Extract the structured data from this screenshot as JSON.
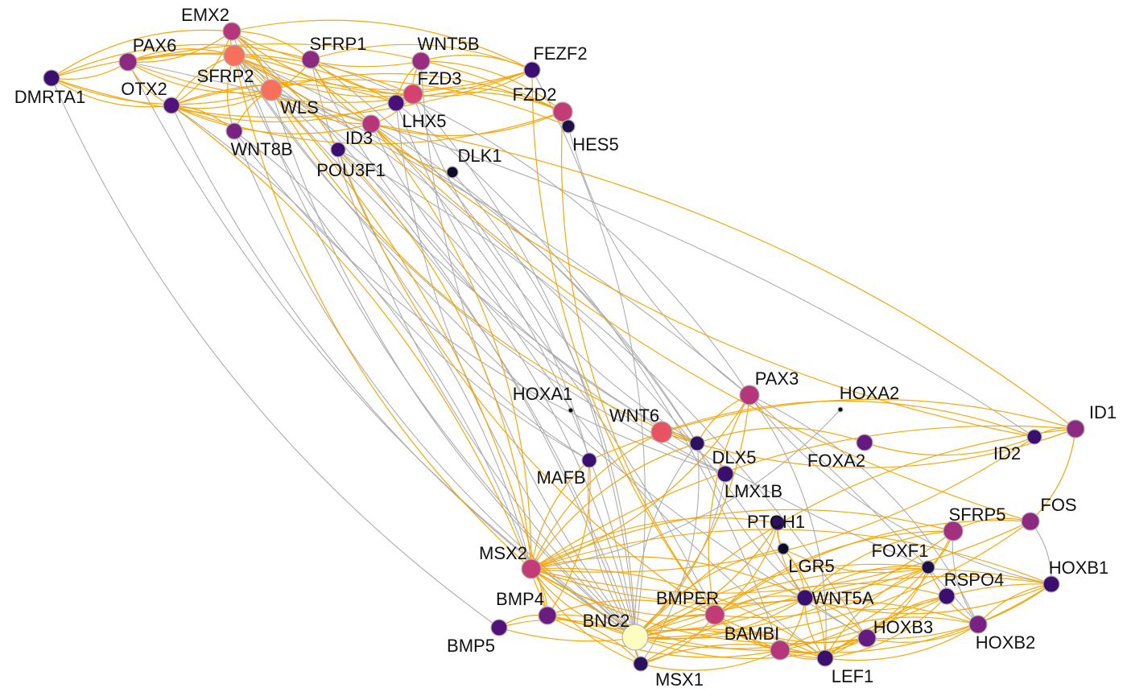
{
  "graph": {
    "type": "gene-network",
    "colors": {
      "edge_gray": "#a9a9a9",
      "edge_orange": "#f5a300",
      "node_stroke": "#b0b0b0"
    },
    "nodes": [
      {
        "id": "EMX2",
        "label": "EMX2",
        "color": "#b5367a"
      },
      {
        "id": "SFRP2",
        "label": "SFRP2",
        "color": "#f7705c"
      },
      {
        "id": "PAX6",
        "label": "PAX6",
        "color": "#8c2981"
      },
      {
        "id": "DMRTA1",
        "label": "DMRTA1",
        "color": "#3b0f70"
      },
      {
        "id": "OTX2",
        "label": "OTX2",
        "color": "#51127c"
      },
      {
        "id": "SFRP1",
        "label": "SFRP1",
        "color": "#8c2981"
      },
      {
        "id": "WLS",
        "label": "WLS",
        "color": "#f7705c"
      },
      {
        "id": "WNT5B",
        "label": "WNT5B",
        "color": "#982d80"
      },
      {
        "id": "FEZF2",
        "label": "FEZF2",
        "color": "#3b0f70"
      },
      {
        "id": "FZD3",
        "label": "FZD3",
        "color": "#d3436e"
      },
      {
        "id": "LHX5",
        "label": "LHX5",
        "color": "#4a1079"
      },
      {
        "id": "ID3",
        "label": "ID3",
        "color": "#b5367a"
      },
      {
        "id": "FZD2",
        "label": "FZD2",
        "color": "#c43c75"
      },
      {
        "id": "HES5",
        "label": "HES5",
        "color": "#1d1147"
      },
      {
        "id": "WNT8B",
        "label": "WNT8B",
        "color": "#7a2282"
      },
      {
        "id": "POU3F1",
        "label": "POU3F1",
        "color": "#3b0f70"
      },
      {
        "id": "DLK1",
        "label": "DLK1",
        "color": "#0f0b2c"
      },
      {
        "id": "HOXA1",
        "label": "HOXA1",
        "color": "#000004"
      },
      {
        "id": "HOXA2",
        "label": "HOXA2",
        "color": "#000004"
      },
      {
        "id": "PAX3",
        "label": "PAX3",
        "color": "#b5367a"
      },
      {
        "id": "WNT6",
        "label": "WNT6",
        "color": "#e85362"
      },
      {
        "id": "DLX5",
        "label": "DLX5",
        "color": "#2c115f"
      },
      {
        "id": "FOXA2",
        "label": "FOXA2",
        "color": "#641a80"
      },
      {
        "id": "ID2",
        "label": "ID2",
        "color": "#3b0f70"
      },
      {
        "id": "ID1",
        "label": "ID1",
        "color": "#8c2981"
      },
      {
        "id": "MAFB",
        "label": "MAFB",
        "color": "#3b0f70"
      },
      {
        "id": "LMX1B",
        "label": "LMX1B",
        "color": "#3b0f70"
      },
      {
        "id": "PTCH1",
        "label": "PTCH1",
        "color": "#2c115f"
      },
      {
        "id": "LGR5",
        "label": "LGR5",
        "color": "#0f0b2c"
      },
      {
        "id": "SFRP5",
        "label": "SFRP5",
        "color": "#a3307e"
      },
      {
        "id": "FOS",
        "label": "FOS",
        "color": "#8c2981"
      },
      {
        "id": "FOXF1",
        "label": "FOXF1",
        "color": "#1d1147"
      },
      {
        "id": "HOXB1",
        "label": "HOXB1",
        "color": "#3b0f70"
      },
      {
        "id": "RSPO4",
        "label": "RSPO4",
        "color": "#3b0f70"
      },
      {
        "id": "MSX2",
        "label": "MSX2",
        "color": "#c43c75"
      },
      {
        "id": "BMP4",
        "label": "BMP4",
        "color": "#6a1c81"
      },
      {
        "id": "BMP5",
        "label": "BMP5",
        "color": "#51127c"
      },
      {
        "id": "BNC2",
        "label": "BNC2",
        "color": "#fcfdbf"
      },
      {
        "id": "MSX1",
        "label": "MSX1",
        "color": "#2c115f"
      },
      {
        "id": "BMPER",
        "label": "BMPER",
        "color": "#c43c75"
      },
      {
        "id": "WNT5A",
        "label": "WNT5A",
        "color": "#3b0f70"
      },
      {
        "id": "BAMBI",
        "label": "BAMBI",
        "color": "#b5367a"
      },
      {
        "id": "HOXB3",
        "label": "HOXB3",
        "color": "#641a80"
      },
      {
        "id": "HOXB2",
        "label": "HOXB2",
        "color": "#7a2282"
      },
      {
        "id": "LEF1",
        "label": "LEF1",
        "color": "#3b0f70"
      }
    ],
    "edges_gray": [
      [
        "DMRTA1",
        "BMP5"
      ],
      [
        "OTX2",
        "MSX2"
      ],
      [
        "OTX2",
        "BNC2"
      ],
      [
        "SFRP2",
        "BNC2"
      ],
      [
        "SFRP2",
        "MAFB"
      ],
      [
        "SFRP2",
        "DLX5"
      ],
      [
        "SFRP2",
        "LMX1B"
      ],
      [
        "SFRP2",
        "BMPER"
      ],
      [
        "SFRP2",
        "HOXB3"
      ],
      [
        "SFRP2",
        "WNT5A"
      ],
      [
        "WLS",
        "BNC2"
      ],
      [
        "WLS",
        "DLX5"
      ],
      [
        "WLS",
        "FOXF1"
      ],
      [
        "WLS",
        "HOXB2"
      ],
      [
        "SFRP1",
        "BNC2"
      ],
      [
        "SFRP1",
        "MAFB"
      ],
      [
        "SFRP1",
        "LMX1B"
      ],
      [
        "SFRP1",
        "PAX3"
      ],
      [
        "WNT8B",
        "BNC2"
      ],
      [
        "WNT8B",
        "MSX2"
      ],
      [
        "WNT8B",
        "LMX1B"
      ],
      [
        "ID3",
        "BNC2"
      ],
      [
        "ID3",
        "DLX5"
      ],
      [
        "POU3F1",
        "BNC2"
      ],
      [
        "POU3F1",
        "MAFB"
      ],
      [
        "POU3F1",
        "HOXB3"
      ],
      [
        "LHX5",
        "BNC2"
      ],
      [
        "LHX5",
        "BAMBI"
      ],
      [
        "LHX5",
        "LEF1"
      ],
      [
        "FZD3",
        "BNC2"
      ],
      [
        "FZD3",
        "DLX5"
      ],
      [
        "FEZF2",
        "BNC2"
      ],
      [
        "HES5",
        "PAX3"
      ],
      [
        "DLK1",
        "BNC2"
      ],
      [
        "PAX6",
        "BNC2"
      ],
      [
        "PAX6",
        "ID2"
      ],
      [
        "EMX2",
        "BNC2"
      ],
      [
        "EMX2",
        "MSX1"
      ],
      [
        "WNT5B",
        "BNC2"
      ],
      [
        "PAX3",
        "HOXB2"
      ],
      [
        "PAX3",
        "HOXB1"
      ],
      [
        "PAX3",
        "LEF1"
      ],
      [
        "DLX5",
        "BNC2"
      ],
      [
        "DLX5",
        "MSX1"
      ],
      [
        "DLX5",
        "HOXB3"
      ],
      [
        "HOXA2",
        "MSX2"
      ],
      [
        "MAFB",
        "BNC2"
      ],
      [
        "FOS",
        "HOXB1"
      ],
      [
        "SFRP5",
        "HOXB2"
      ],
      [
        "LMX1B",
        "BNC2"
      ]
    ],
    "edges_orange": [
      [
        "EMX2",
        "PAX6"
      ],
      [
        "EMX2",
        "SFRP2"
      ],
      [
        "EMX2",
        "SFRP1"
      ],
      [
        "EMX2",
        "WNT5B"
      ],
      [
        "EMX2",
        "FEZF2"
      ],
      [
        "EMX2",
        "FZD3"
      ],
      [
        "EMX2",
        "OTX2"
      ],
      [
        "EMX2",
        "DMRTA1"
      ],
      [
        "EMX2",
        "WLS"
      ],
      [
        "EMX2",
        "ID3"
      ],
      [
        "PAX6",
        "DMRTA1"
      ],
      [
        "PAX6",
        "OTX2"
      ],
      [
        "PAX6",
        "SFRP2"
      ],
      [
        "PAX6",
        "FEZF2"
      ],
      [
        "PAX6",
        "FZD2"
      ],
      [
        "PAX6",
        "WLS"
      ],
      [
        "PAX6",
        "LHX5"
      ],
      [
        "DMRTA1",
        "OTX2"
      ],
      [
        "DMRTA1",
        "FZD3"
      ],
      [
        "DMRTA1",
        "FEZF2"
      ],
      [
        "DMRTA1",
        "SFRP1"
      ],
      [
        "DMRTA1",
        "WLS"
      ],
      [
        "OTX2",
        "SFRP2"
      ],
      [
        "OTX2",
        "WLS"
      ],
      [
        "OTX2",
        "LHX5"
      ],
      [
        "OTX2",
        "FZD2"
      ],
      [
        "OTX2",
        "HES5"
      ],
      [
        "OTX2",
        "ID3"
      ],
      [
        "OTX2",
        "WNT8B"
      ],
      [
        "OTX2",
        "FZD3"
      ],
      [
        "SFRP2",
        "WLS"
      ],
      [
        "SFRP2",
        "FZD3"
      ],
      [
        "SFRP2",
        "ID3"
      ],
      [
        "SFRP2",
        "WNT8B"
      ],
      [
        "SFRP2",
        "POU3F1"
      ],
      [
        "SFRP2",
        "FEZF2"
      ],
      [
        "SFRP1",
        "WLS"
      ],
      [
        "SFRP1",
        "FZD3"
      ],
      [
        "SFRP1",
        "FEZF2"
      ],
      [
        "SFRP1",
        "ID3"
      ],
      [
        "WNT5B",
        "FEZF2"
      ],
      [
        "WNT5B",
        "FZD3"
      ],
      [
        "WNT5B",
        "FZD2"
      ],
      [
        "WNT5B",
        "LHX5"
      ],
      [
        "FZD3",
        "FZD2"
      ],
      [
        "FZD3",
        "LHX5"
      ],
      [
        "FZD3",
        "ID3"
      ],
      [
        "FZD3",
        "FEZF2"
      ],
      [
        "LHX5",
        "FZD2"
      ],
      [
        "ID3",
        "FZD2"
      ],
      [
        "ID3",
        "WLS"
      ],
      [
        "ID3",
        "DLK1"
      ],
      [
        "ID3",
        "ID1"
      ],
      [
        "ID3",
        "ID2"
      ],
      [
        "ID3",
        "MSX2"
      ],
      [
        "ID3",
        "FOS"
      ],
      [
        "WLS",
        "FZD2"
      ],
      [
        "WLS",
        "WNT8B"
      ],
      [
        "FZD2",
        "HES5"
      ],
      [
        "FEZF2",
        "BMPER"
      ],
      [
        "OTX2",
        "BMP4"
      ],
      [
        "SFRP2",
        "MSX2"
      ],
      [
        "SFRP2",
        "BMP4"
      ],
      [
        "WLS",
        "DLX5"
      ],
      [
        "POU3F1",
        "MSX2"
      ],
      [
        "POU3F1",
        "BMPER"
      ],
      [
        "WNT6",
        "DLX5"
      ],
      [
        "WNT6",
        "MSX2"
      ],
      [
        "WNT6",
        "ID2"
      ],
      [
        "WNT6",
        "ID1"
      ],
      [
        "PAX3",
        "MSX2"
      ],
      [
        "PAX3",
        "DLX5"
      ],
      [
        "PAX3",
        "BNC2"
      ],
      [
        "PAX3",
        "BMPER"
      ],
      [
        "MAFB",
        "ID1"
      ],
      [
        "MAFB",
        "MSX2"
      ],
      [
        "MAFB",
        "BMP4"
      ],
      [
        "DLX5",
        "MSX2"
      ],
      [
        "DLX5",
        "FOXA2"
      ],
      [
        "FOXA2",
        "ID2"
      ],
      [
        "ID2",
        "ID1"
      ],
      [
        "ID1",
        "MSX2"
      ],
      [
        "ID1",
        "FOS"
      ],
      [
        "ID1",
        "BNC2"
      ],
      [
        "ID2",
        "MSX2"
      ],
      [
        "FOS",
        "SFRP5"
      ],
      [
        "FOS",
        "MSX2"
      ],
      [
        "FOS",
        "BMPER"
      ],
      [
        "FOS",
        "BNC2"
      ],
      [
        "SFRP5",
        "MSX2"
      ],
      [
        "SFRP5",
        "BNC2"
      ],
      [
        "SFRP5",
        "WNT5A"
      ],
      [
        "SFRP5",
        "FOXF1"
      ],
      [
        "SFRP5",
        "BMPER"
      ],
      [
        "SFRP5",
        "LEF1"
      ],
      [
        "PTCH1",
        "LGR5"
      ],
      [
        "PTCH1",
        "BMPER"
      ],
      [
        "PTCH1",
        "MSX2"
      ],
      [
        "PTCH1",
        "BNC2"
      ],
      [
        "PTCH1",
        "WNT5A"
      ],
      [
        "LGR5",
        "WNT5A"
      ],
      [
        "LGR5",
        "BNC2"
      ],
      [
        "LGR5",
        "LEF1"
      ],
      [
        "LGR5",
        "FOXF1"
      ],
      [
        "FOXF1",
        "MSX2"
      ],
      [
        "FOXF1",
        "BNC2"
      ],
      [
        "FOXF1",
        "BMPER"
      ],
      [
        "FOXF1",
        "WNT5A"
      ],
      [
        "FOXF1",
        "HOXB3"
      ],
      [
        "FOXF1",
        "LEF1"
      ],
      [
        "FOXF1",
        "BAMBI"
      ],
      [
        "FOXF1",
        "HOXB2"
      ],
      [
        "RSPO4",
        "BNC2"
      ],
      [
        "RSPO4",
        "BMPER"
      ],
      [
        "RSPO4",
        "LEF1"
      ],
      [
        "RSPO4",
        "HOXB3"
      ],
      [
        "RSPO4",
        "WNT5A"
      ],
      [
        "HOXB1",
        "HOXB2"
      ],
      [
        "HOXB1",
        "HOXB3"
      ],
      [
        "HOXB1",
        "BNC2"
      ],
      [
        "HOXB1",
        "BAMBI"
      ],
      [
        "HOXB1",
        "LEF1"
      ],
      [
        "HOXB1",
        "WNT5A"
      ],
      [
        "HOXB1",
        "MSX1"
      ],
      [
        "HOXB2",
        "HOXB3"
      ],
      [
        "HOXB2",
        "BNC2"
      ],
      [
        "HOXB2",
        "LEF1"
      ],
      [
        "HOXB2",
        "BAMBI"
      ],
      [
        "HOXB3",
        "BNC2"
      ],
      [
        "HOXB3",
        "LEF1"
      ],
      [
        "HOXB3",
        "BAMBI"
      ],
      [
        "HOXB3",
        "WNT5A"
      ],
      [
        "HOXB3",
        "BMPER"
      ],
      [
        "MSX2",
        "BNC2"
      ],
      [
        "MSX2",
        "BMP4"
      ],
      [
        "MSX2",
        "BMPER"
      ],
      [
        "MSX2",
        "WNT5A"
      ],
      [
        "MSX2",
        "BAMBI"
      ],
      [
        "MSX2",
        "HOXB1"
      ],
      [
        "MSX2",
        "HOXB3"
      ],
      [
        "MSX2",
        "LEF1"
      ],
      [
        "MSX2",
        "MSX1"
      ],
      [
        "BMP4",
        "BNC2"
      ],
      [
        "BMP4",
        "BMP5"
      ],
      [
        "BMP4",
        "BMPER"
      ],
      [
        "BMP4",
        "BAMBI"
      ],
      [
        "BMP4",
        "MSX1"
      ],
      [
        "BMP4",
        "WNT5A"
      ],
      [
        "BMP5",
        "BNC2"
      ],
      [
        "BMP5",
        "BMPER"
      ],
      [
        "BNC2",
        "BMPER"
      ],
      [
        "BNC2",
        "MSX1"
      ],
      [
        "BNC2",
        "BAMBI"
      ],
      [
        "BNC2",
        "WNT5A"
      ],
      [
        "BNC2",
        "LEF1"
      ],
      [
        "BMPER",
        "BAMBI"
      ],
      [
        "BMPER",
        "WNT5A"
      ],
      [
        "BMPER",
        "LEF1"
      ],
      [
        "BMPER",
        "MSX1"
      ],
      [
        "WNT5A",
        "LEF1"
      ],
      [
        "WNT5A",
        "BAMBI"
      ],
      [
        "BAMBI",
        "LEF1"
      ],
      [
        "BAMBI",
        "MSX1"
      ],
      [
        "LEF1",
        "MSX1"
      ],
      [
        "LEF1",
        "HOXB3"
      ],
      [
        "FZD2",
        "BMPER"
      ]
    ]
  }
}
